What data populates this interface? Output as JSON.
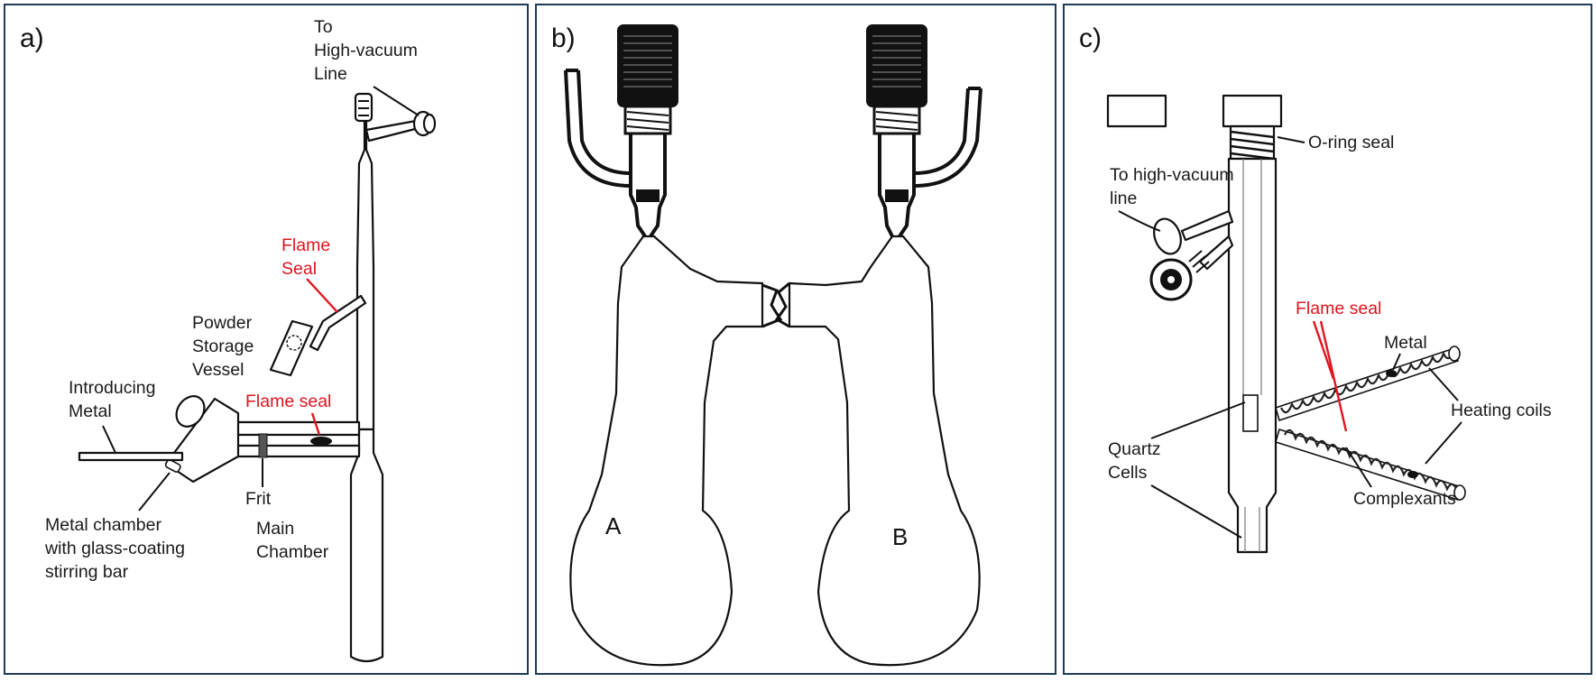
{
  "panels": {
    "a": {
      "label": "a)",
      "to_vacuum": [
        "To",
        "High-vacuum",
        "Line"
      ],
      "flame_seal_top": [
        "Flame",
        "Seal"
      ],
      "powder_vessel": [
        "Powder",
        "Storage",
        "Vessel"
      ],
      "introducing_metal": [
        "Introducing",
        "Metal"
      ],
      "flame_seal_bottom": "Flame seal",
      "frit": "Frit",
      "main_chamber": [
        "Main",
        "Chamber"
      ],
      "metal_chamber": [
        "Metal chamber",
        "with glass-coating",
        "stirring bar"
      ]
    },
    "b": {
      "label": "b)",
      "vessel_a": "A",
      "vessel_b": "B"
    },
    "c": {
      "label": "c)",
      "oring": "O-ring seal",
      "to_vacuum": [
        "To high-vacuum",
        "line"
      ],
      "flame_seal": "Flame seal",
      "metal": "Metal",
      "heating_coils": "Heating coils",
      "quartz_cells": [
        "Quartz",
        "Cells"
      ],
      "complexants": "Complexants"
    }
  },
  "colors": {
    "border": "#1f3b57",
    "red_label": "#e0141e",
    "ink": "#111111"
  }
}
